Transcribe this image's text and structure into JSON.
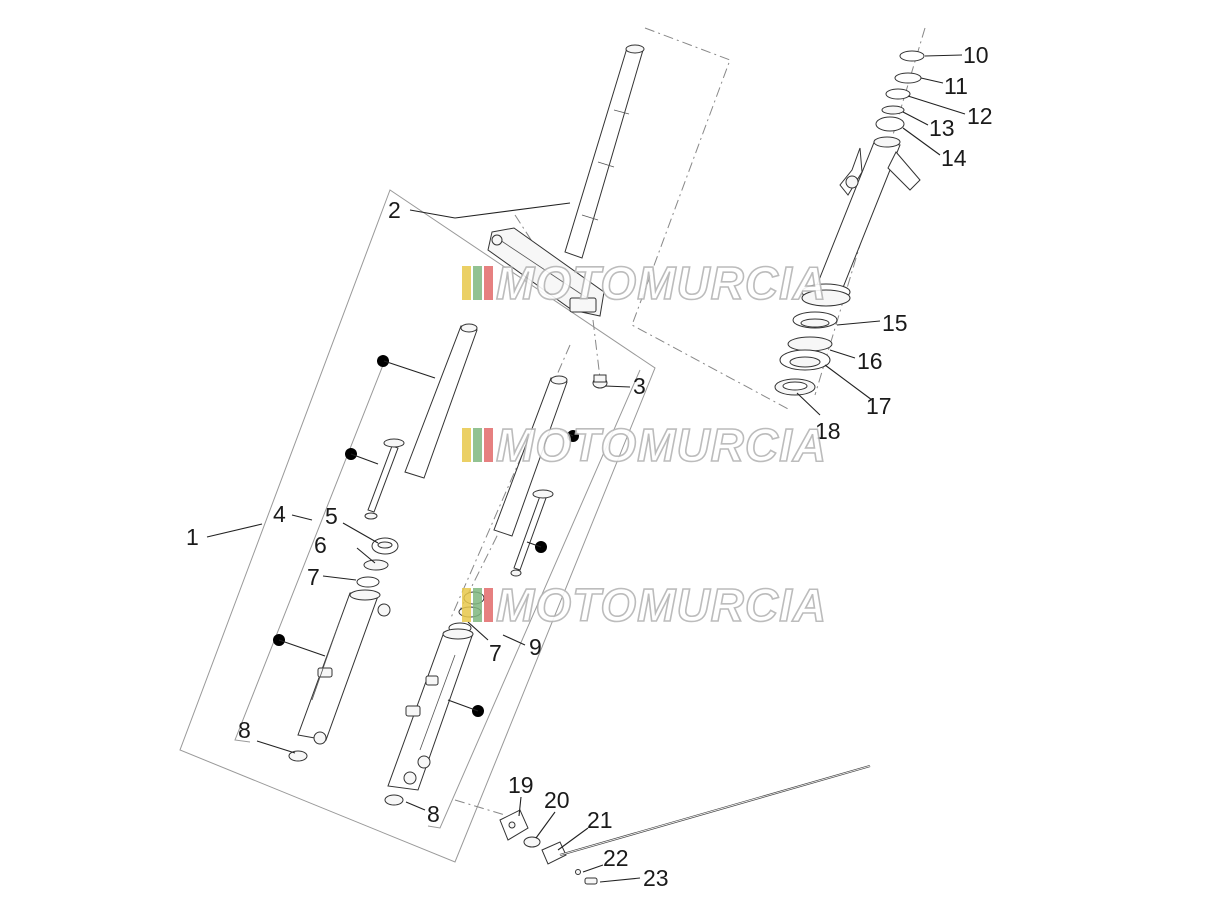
{
  "callouts": [
    "1",
    "2",
    "3",
    "4",
    "5",
    "6",
    "7",
    "7",
    "8",
    "8",
    "9",
    "10",
    "11",
    "12",
    "13",
    "14",
    "15",
    "16",
    "17",
    "18",
    "19",
    "20",
    "21",
    "22",
    "23"
  ],
  "watermark": {
    "text": "MOTOMURCIA",
    "stripe_colors": [
      "#e8c84a",
      "#7fb77f",
      "#e26a6a"
    ]
  }
}
